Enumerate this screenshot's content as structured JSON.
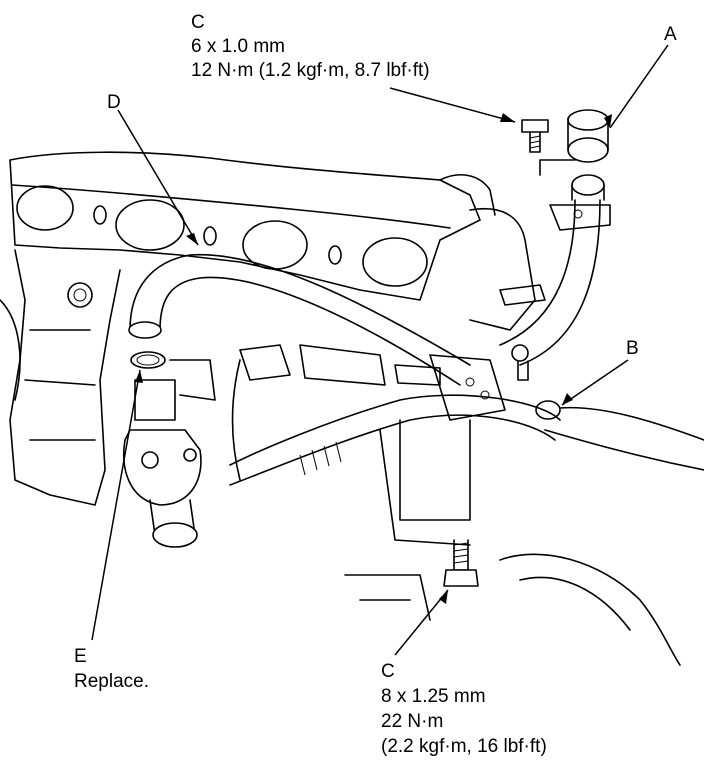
{
  "callouts": {
    "c_top": {
      "letter": "C",
      "size": "6 x 1.0 mm",
      "torque": "12 N·m (1.2 kgf·m, 8.7 lbf·ft)"
    },
    "a": {
      "letter": "A"
    },
    "d": {
      "letter": "D"
    },
    "b": {
      "letter": "B"
    },
    "e": {
      "letter": "E",
      "note": "Replace."
    },
    "c_bottom": {
      "letter": "C",
      "size": "8 x 1.25 mm",
      "torque_nm": "22 N·m",
      "torque_alt": "(2.2 kgf·m, 16 lbf·ft)"
    }
  }
}
